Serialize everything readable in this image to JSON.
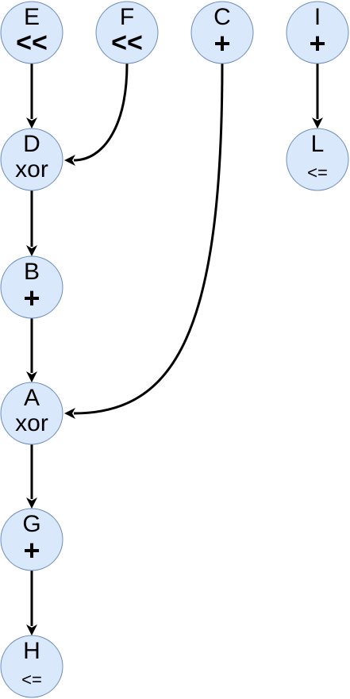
{
  "nodes": [
    {
      "key": "E",
      "id": "E",
      "op": "<<"
    },
    {
      "key": "F",
      "id": "F",
      "op": "<<"
    },
    {
      "key": "C",
      "id": "C",
      "op": "+"
    },
    {
      "key": "I",
      "id": "I",
      "op": "+"
    },
    {
      "key": "D",
      "id": "D",
      "op": "xor"
    },
    {
      "key": "L",
      "id": "L",
      "op": "<="
    },
    {
      "key": "B",
      "id": "B",
      "op": "+"
    },
    {
      "key": "A",
      "id": "A",
      "op": "xor"
    },
    {
      "key": "G",
      "id": "G",
      "op": "+"
    },
    {
      "key": "H",
      "id": "H",
      "op": "<="
    }
  ],
  "edges": [
    {
      "from": "E",
      "to": "D"
    },
    {
      "from": "F",
      "to": "D"
    },
    {
      "from": "C",
      "to": "A"
    },
    {
      "from": "I",
      "to": "L"
    },
    {
      "from": "D",
      "to": "B"
    },
    {
      "from": "B",
      "to": "A"
    },
    {
      "from": "A",
      "to": "G"
    },
    {
      "from": "G",
      "to": "H"
    }
  ]
}
